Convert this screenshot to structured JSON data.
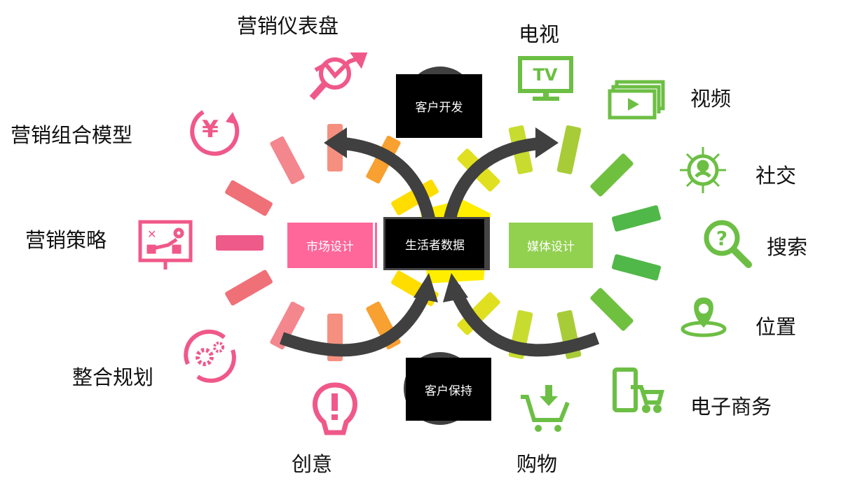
{
  "center": {
    "label": "生活者数据"
  },
  "left_box": {
    "label": "市场设计",
    "color": "#ff6699"
  },
  "right_box": {
    "label": "媒体设计",
    "color": "#92d050"
  },
  "top_box": {
    "label": "客户开发"
  },
  "bottom_box": {
    "label": "客户保持"
  },
  "left_items": [
    {
      "label": "营销仪表盘",
      "icon": "magnifier-chart-icon"
    },
    {
      "label": "营销组合模型",
      "icon": "yen-cycle-icon"
    },
    {
      "label": "营销策略",
      "icon": "strategy-board-icon"
    },
    {
      "label": "整合规划",
      "icon": "gears-cycle-icon"
    },
    {
      "label": "创意",
      "icon": "lightbulb-icon"
    }
  ],
  "right_items": [
    {
      "label": "电视",
      "icon": "tv-icon",
      "icon_text": "TV"
    },
    {
      "label": "视频",
      "icon": "video-icon"
    },
    {
      "label": "社交",
      "icon": "social-network-icon"
    },
    {
      "label": "搜索",
      "icon": "search-icon"
    },
    {
      "label": "位置",
      "icon": "location-pin-icon"
    },
    {
      "label": "电子商务",
      "icon": "ecommerce-icon"
    },
    {
      "label": "购物",
      "icon": "shopping-cart-icon"
    }
  ],
  "colors": {
    "pink": "#f0588a",
    "green": "#6cbf44",
    "arrow": "#404040"
  }
}
